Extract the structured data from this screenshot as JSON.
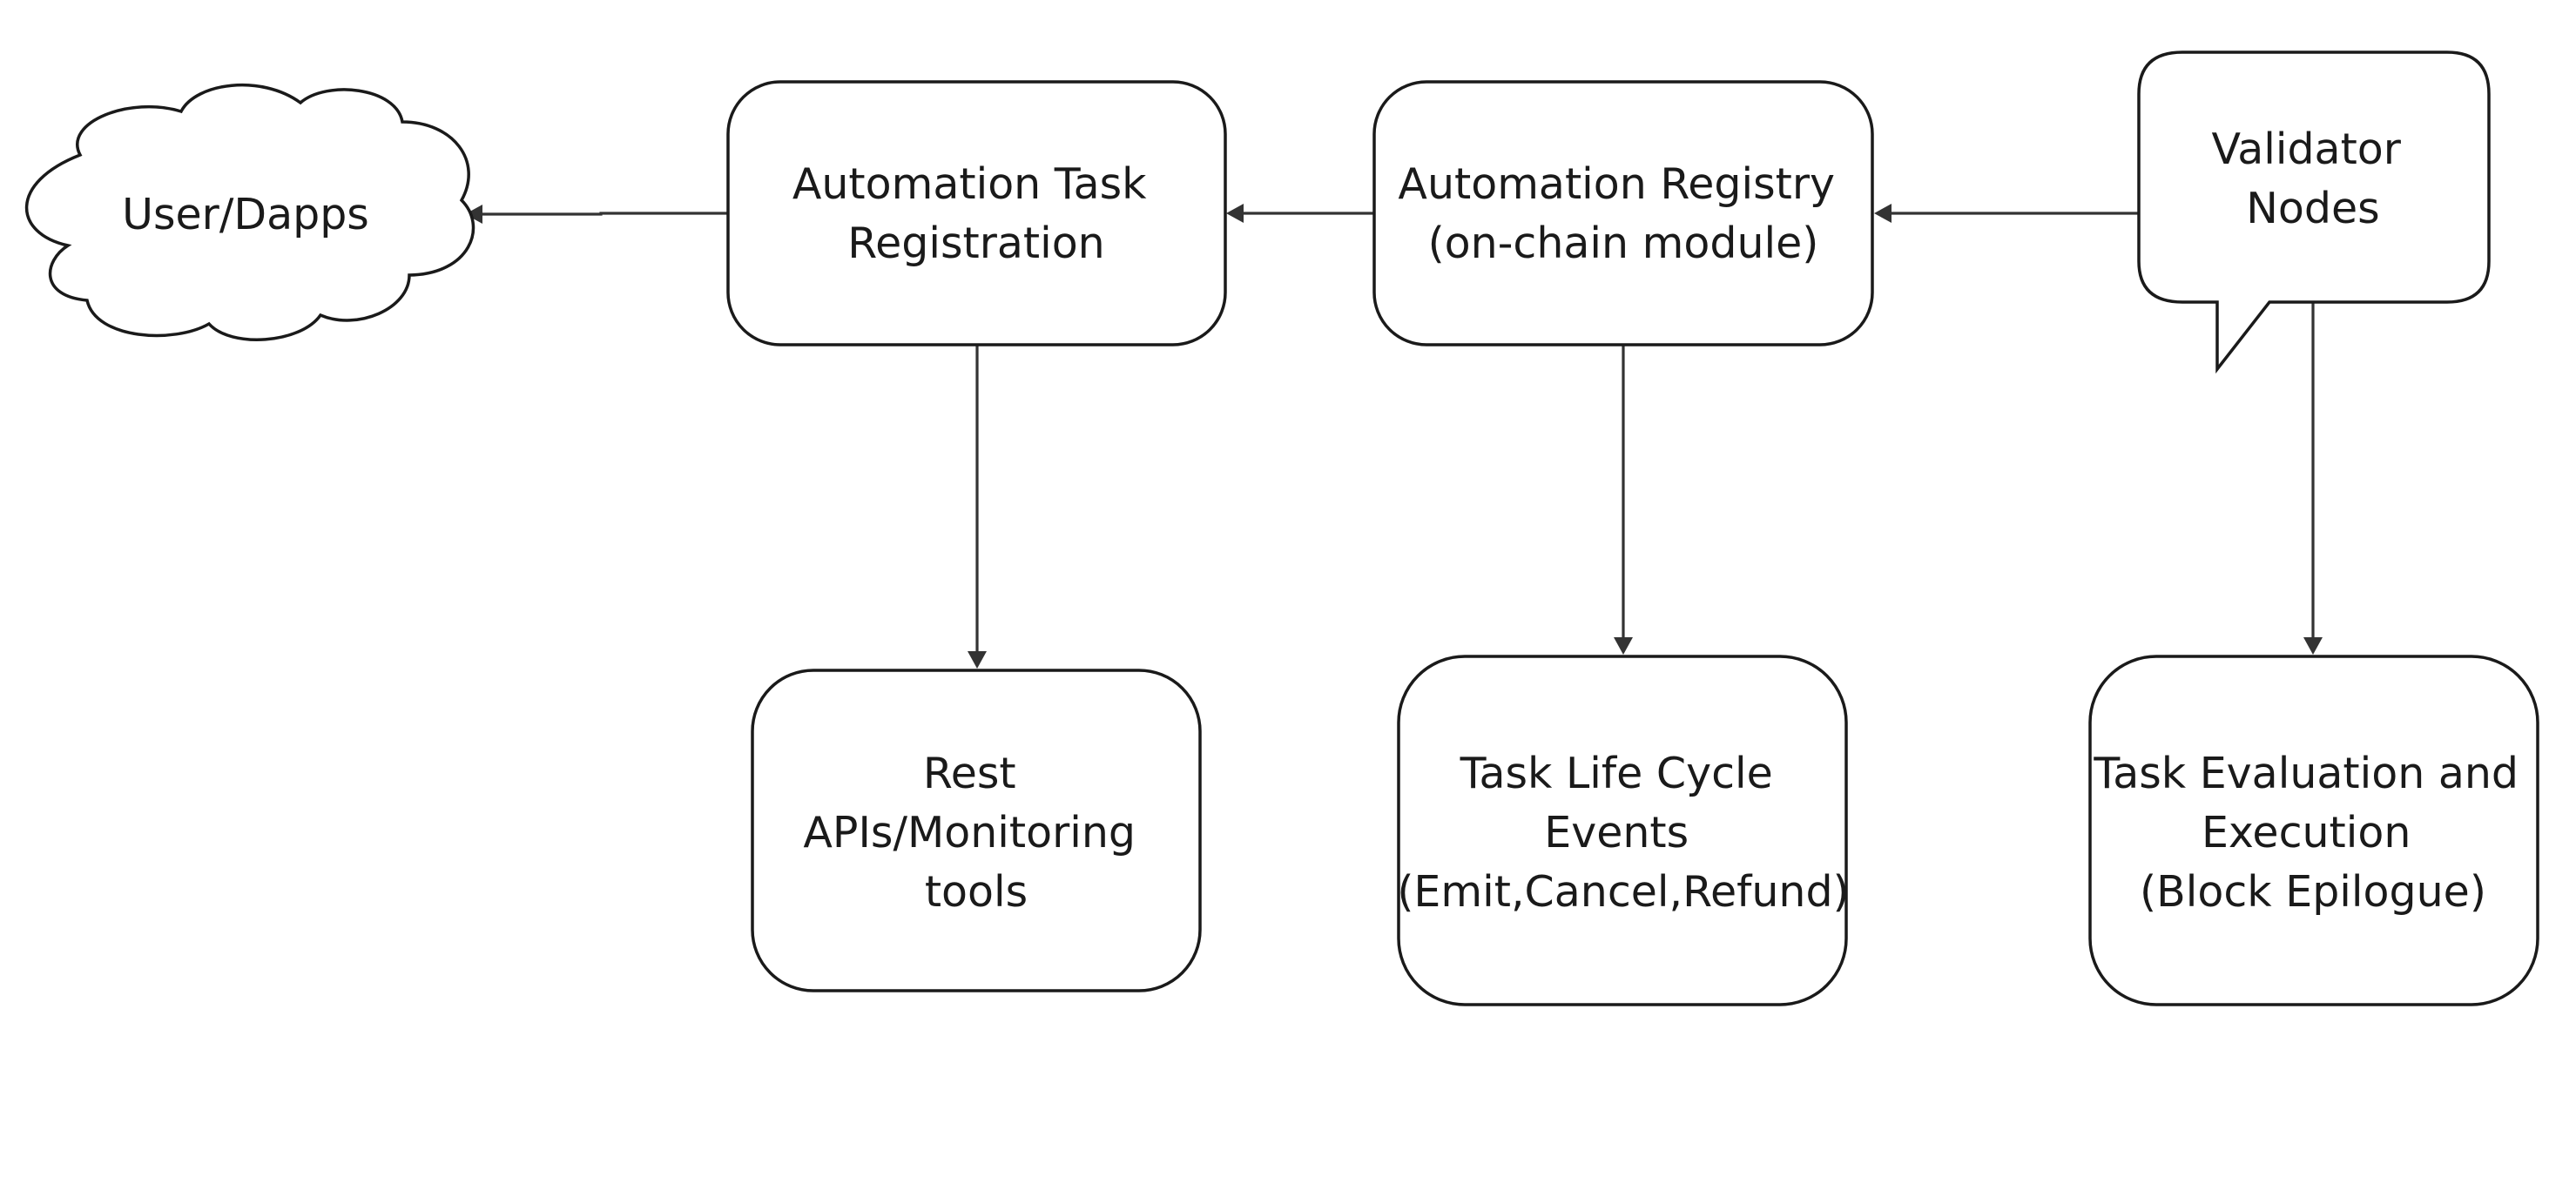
{
  "diagram": {
    "nodes": {
      "user_dapps": {
        "lines": [
          "User/Dapps"
        ],
        "shape": "cloud"
      },
      "task_registration": {
        "lines": [
          "Automation Task",
          "Registration"
        ],
        "shape": "rounded-rect"
      },
      "automation_registry": {
        "lines": [
          "Automation Registry",
          "(on-chain module)"
        ],
        "shape": "rounded-rect"
      },
      "validator_nodes": {
        "lines": [
          "Validator",
          "Nodes"
        ],
        "shape": "speech-bubble"
      },
      "rest_apis": {
        "lines": [
          "Rest",
          "APIs/Monitoring",
          "tools"
        ],
        "shape": "rounded-rect"
      },
      "lifecycle_events": {
        "lines": [
          "Task Life Cycle",
          "Events",
          "(Emit,Cancel,Refund)"
        ],
        "shape": "rounded-rect"
      },
      "task_evaluation": {
        "lines": [
          "Task Evaluation and",
          "Execution",
          "(Block Epilogue)"
        ],
        "shape": "rounded-rect"
      }
    },
    "edges": [
      {
        "from": "task_registration",
        "to": "user_dapps"
      },
      {
        "from": "automation_registry",
        "to": "task_registration"
      },
      {
        "from": "validator_nodes",
        "to": "automation_registry"
      },
      {
        "from": "task_registration",
        "to": "rest_apis"
      },
      {
        "from": "automation_registry",
        "to": "lifecycle_events"
      },
      {
        "from": "validator_nodes",
        "to": "task_evaluation"
      }
    ],
    "colors": {
      "stroke": "#1a1a1a",
      "edge": "#333333",
      "fill": "#ffffff",
      "text": "#1a1a1a"
    }
  }
}
